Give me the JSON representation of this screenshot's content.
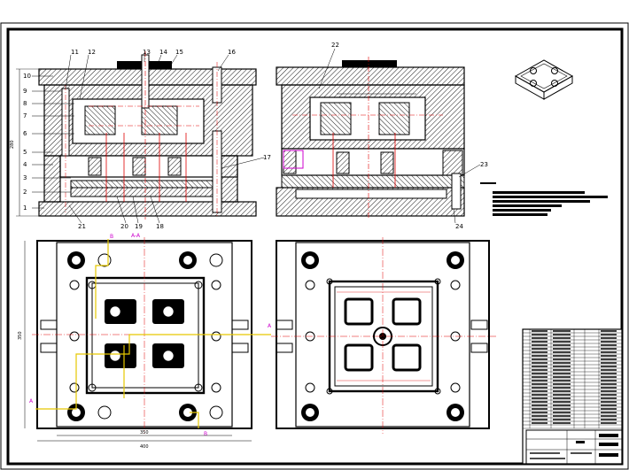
{
  "sheet": {
    "part_numbers": [
      "1",
      "2",
      "3",
      "4",
      "5",
      "6",
      "7",
      "8",
      "9",
      "10",
      "11",
      "12",
      "13",
      "14",
      "15",
      "16",
      "17",
      "18",
      "19",
      "20",
      "21",
      "22",
      "23",
      "24"
    ],
    "dim_height": "280",
    "dim_width_inner": "350",
    "dim_width_outer": "400",
    "dim_plan_height": "350",
    "section_labels": [
      "A",
      "A",
      "B",
      "B",
      "A-A"
    ]
  },
  "colors": {
    "outline": "#000000",
    "hatch": "#000000",
    "center_line": "#e00000",
    "section_line": "#e6c800",
    "label_magenta": "#cc00cc"
  }
}
